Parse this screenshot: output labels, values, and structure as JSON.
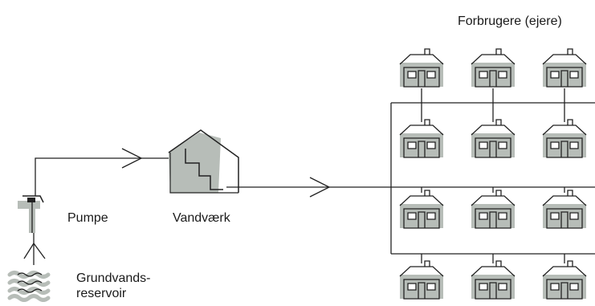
{
  "labels": {
    "consumers": "Forbrugere (ejere)",
    "pump": "Pumpe",
    "waterworks": "Vandværk",
    "reservoir_line1": "Grundvands-",
    "reservoir_line2": "reservoir"
  },
  "houses": {
    "rows": 4,
    "columns": 3
  },
  "colors": {
    "stroke": "#222222",
    "fill_gray": "#b7bdb8",
    "background": "#ffffff"
  },
  "icons": [
    "pump-icon",
    "reservoir-icon",
    "waterworks-icon",
    "house-icon",
    "flow-arrow-icon"
  ]
}
